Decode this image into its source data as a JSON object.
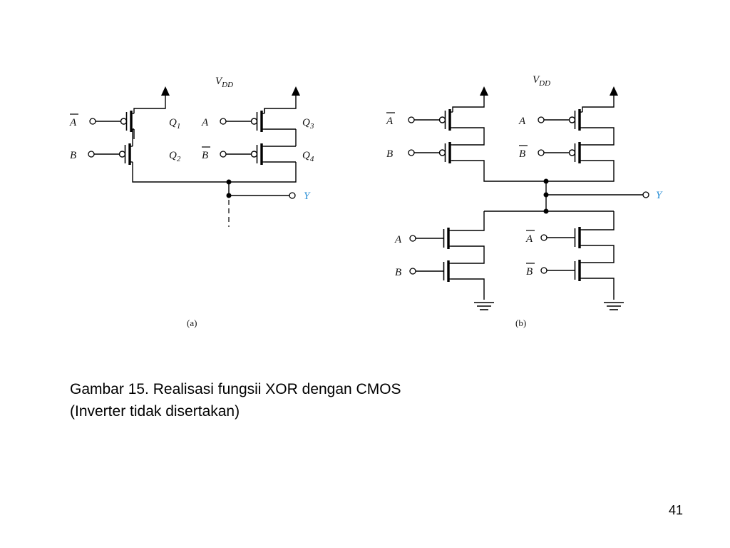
{
  "diagram": {
    "supply": "V",
    "supply_sub": "DD",
    "transistors": [
      {
        "name": "Q",
        "index": "1"
      },
      {
        "name": "Q",
        "index": "2"
      },
      {
        "name": "Q",
        "index": "3"
      },
      {
        "name": "Q",
        "index": "4"
      }
    ],
    "inputs": {
      "a": "A",
      "b": "B"
    },
    "output": "Y",
    "subfigures": [
      "(a)",
      "(b)"
    ],
    "colors": {
      "lines": "#000000",
      "output_label": "#2a8fd6"
    }
  },
  "caption": {
    "line1": "Gambar 15. Realisasi fungsii XOR dengan CMOS",
    "line2": "(Inverter tidak disertakan)"
  },
  "page_number": "41"
}
